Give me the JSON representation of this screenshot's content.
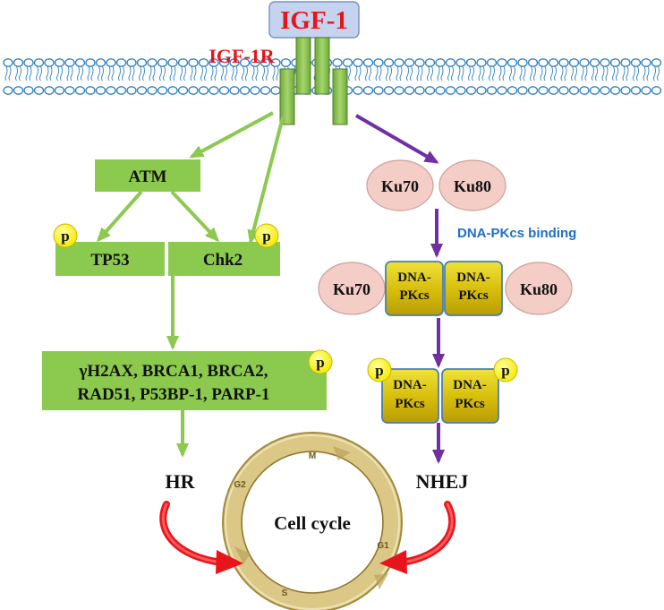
{
  "ligand": {
    "label": "IGF-1"
  },
  "receptor": {
    "label": "IGF-1R"
  },
  "hr_pathway": {
    "atm": "ATM",
    "tp53": "TP53",
    "chk2": "Chk2",
    "targets_line1": "γH2AX, BRCA1, BRCA2,",
    "targets_line2": "RAD51, P53BP-1, PARP-1",
    "outcome": "HR"
  },
  "nhej_pathway": {
    "ku70": "Ku70",
    "ku80": "Ku80",
    "binding_label": "DNA-PKcs binding",
    "dnapk_line1": "DNA-",
    "dnapk_line2": "PKcs",
    "outcome": "NHEJ"
  },
  "phospho_label": "p",
  "cell_cycle": {
    "title": "Cell cycle",
    "phases": {
      "m": "M",
      "g1": "G1",
      "s": "S",
      "g2": "G2"
    }
  },
  "colors": {
    "green_box": "#8cc94f",
    "green_arrow": "#8cc94f",
    "purple_arrow": "#7030a0",
    "ku_fill": "#f4cdc7",
    "dnapk_fill": "#d9c10c",
    "phospho_fill": "#ffff00",
    "ligand_fill": "#c5d3ee",
    "red_text": "#e8141c",
    "blue_text": "#1f6fc4",
    "membrane": "#2e7fbf",
    "ring": "#d8c27d"
  }
}
